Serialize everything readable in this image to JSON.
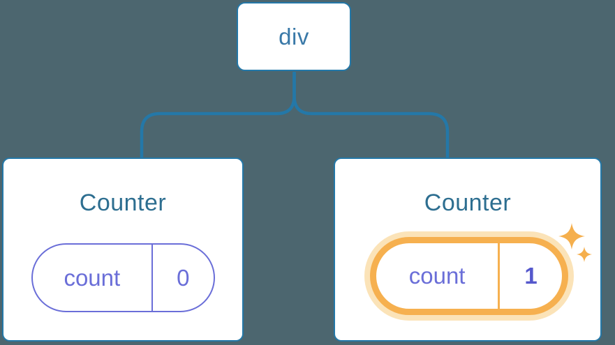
{
  "diagram": {
    "description": "component-tree-state-diagram",
    "background_color": "#4C666F",
    "connector_color": "#2478A8",
    "root": {
      "label": "div"
    },
    "counters": [
      {
        "title": "Counter",
        "state_key": "count",
        "state_value": "0",
        "highlighted": false
      },
      {
        "title": "Counter",
        "state_key": "count",
        "state_value": "1",
        "highlighted": true
      }
    ],
    "colors": {
      "card_background": "#ffffff",
      "card_border_blue": "#2478A8",
      "root_label_blue": "#3A79A8",
      "title_teal_blue": "#2D6E90",
      "state_purple": "#6A6ED8",
      "state_value_bold_purple": "#5558CC",
      "highlight_ring_orange": "#F6B04F",
      "highlight_halo_orange": "#FBE3B8",
      "sparkle_orange": "#F5AF4D"
    },
    "icons": {
      "sparkles": "sparkle-stars"
    }
  }
}
